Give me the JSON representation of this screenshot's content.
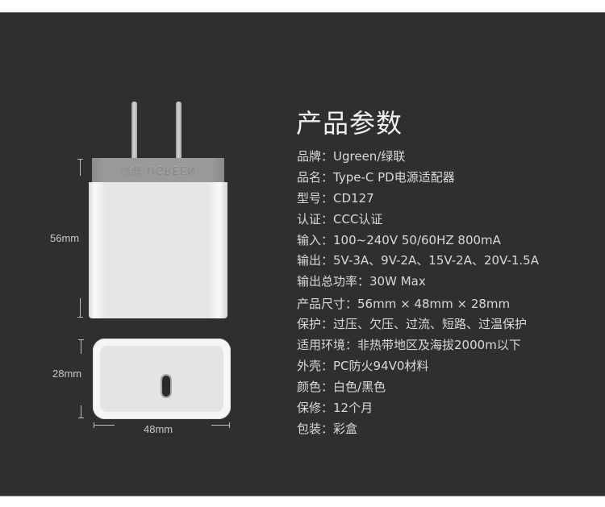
{
  "colors": {
    "background": "#2f2f2f",
    "title_text": "#f0f0f0",
    "body_text": "#d9d9d9",
    "dimension_text": "#c8c8c8"
  },
  "product_image": {
    "band_logo_text": "绿联 UGREEN",
    "dimensions": {
      "height": "56mm",
      "depth": "28mm",
      "width": "48mm"
    }
  },
  "specs": {
    "title": "产品参数",
    "items": [
      {
        "label": "品牌：",
        "value": "Ugreen/绿联"
      },
      {
        "label": "品名：",
        "value": "Type-C PD电源适配器"
      },
      {
        "label": "型号：",
        "value": "CD127"
      },
      {
        "label": "认证：",
        "value": "CCC认证"
      },
      {
        "label": "输入：",
        "value": "100~240V 50/60HZ 800mA"
      },
      {
        "label": "输出：",
        "value": "5V-3A、9V-2A、15V-2A、20V-1.5A"
      },
      {
        "label": "输出总功率：",
        "value": "30W Max"
      },
      {
        "label": "产品尺寸：",
        "value": "56mm × 48mm × 28mm"
      },
      {
        "label": "保护：",
        "value": "过压、欠压、过流、短路、过温保护"
      },
      {
        "label": "适用环境：",
        "value": "非热带地区及海拔2000m以下"
      },
      {
        "label": "外壳：",
        "value": "PC防火94V0材料"
      },
      {
        "label": "颜色：",
        "value": "白色/黑色"
      },
      {
        "label": "保修：",
        "value": "12个月"
      },
      {
        "label": "包装：",
        "value": "彩盒"
      }
    ]
  }
}
